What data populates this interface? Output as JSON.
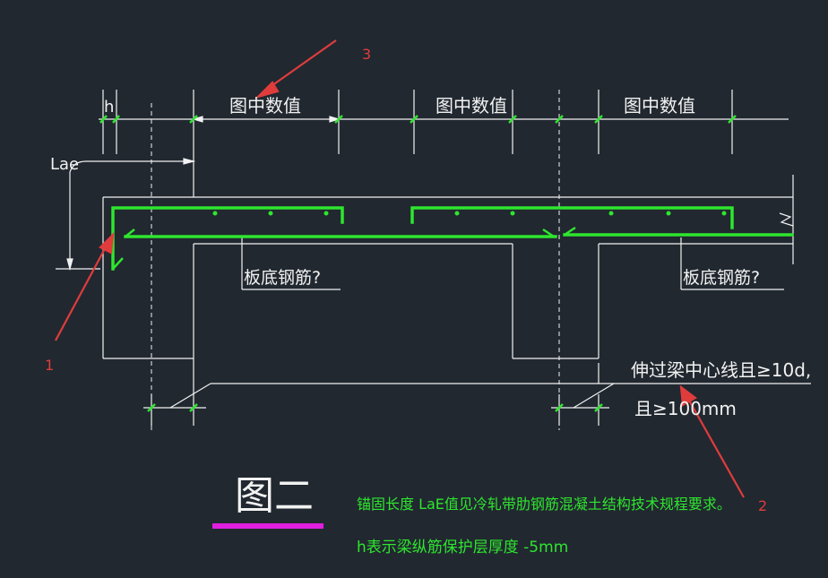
{
  "drawing": {
    "dims": {
      "h_label": "h",
      "span_label_1": "图中数值",
      "span_label_2": "图中数值",
      "span_label_3": "图中数值"
    },
    "lae_label": "Lae",
    "bottom_bar_label_1": "板底钢筋?",
    "bottom_bar_label_2": "板底钢筋?",
    "note_line1": "伸过梁中心线且≥10d,",
    "note_line2": "且≥100mm",
    "figure_title": "图二",
    "legend_line1": "锚固长度  LaE值见冷轧带肋钢筋混凝土结构技术规程要求。",
    "legend_line2": "h表示梁纵筋保护层厚度  -5mm",
    "callouts": [
      "1",
      "2",
      "3"
    ]
  },
  "colors": {
    "background": "#212830",
    "outline": "#f2f2f2",
    "rebar": "#2ee62e",
    "dim_tick": "#2ee62e",
    "callout_arrow": "#e03c3c",
    "title_underline": "#e01ee0"
  }
}
